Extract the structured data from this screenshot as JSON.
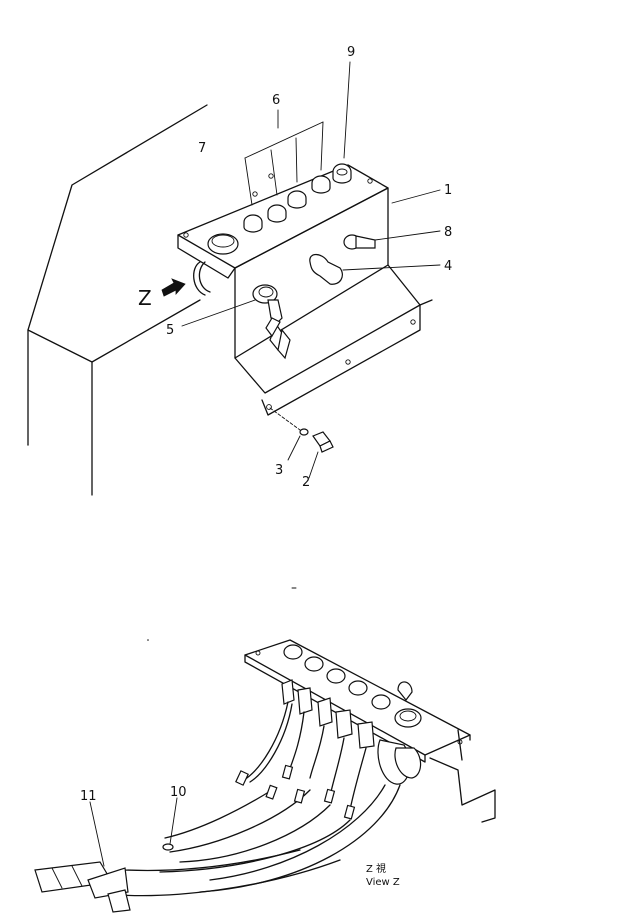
{
  "callouts": {
    "c1": "1",
    "c2": "2",
    "c3": "3",
    "c4": "4",
    "c5": "5",
    "c6": "6",
    "c7": "7",
    "c8": "8",
    "c9": "9",
    "c10": "10",
    "c11": "11"
  },
  "view_marker": "Z",
  "view_caption": {
    "line1": "Z  視",
    "line2": "View Z"
  }
}
